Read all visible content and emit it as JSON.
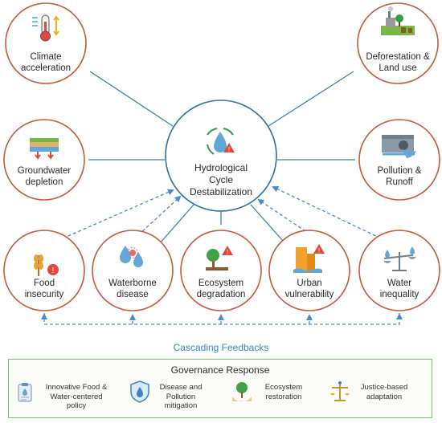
{
  "center": {
    "line1": "Hydrological",
    "line2": "Cycle",
    "line3": "Destabilization"
  },
  "drivers": {
    "climate": {
      "line1": "Climate",
      "line2": "acceleration"
    },
    "deforestation": {
      "line1": "Deforestation &",
      "line2": "Land use"
    },
    "groundwater": {
      "line1": "Groundwater",
      "line2": "depletion"
    },
    "pollution": {
      "line1": "Pollution &",
      "line2": "Runoff"
    }
  },
  "impacts": {
    "food": {
      "line1": "Food",
      "line2": "insecurity"
    },
    "waterborne": {
      "line1": "Waterborne",
      "line2": "disease"
    },
    "ecosystem": {
      "line1": "Ecosystem",
      "line2": "degradation"
    },
    "urban": {
      "line1": "Urban",
      "line2": "vulnerability"
    },
    "water": {
      "line1": "Water",
      "line2": "inequality"
    }
  },
  "feedback_label": "Cascading Feedbacks",
  "governance": {
    "title": "Governance Response",
    "items": [
      {
        "line1": "Innovative Food &",
        "line2": "Water-centered",
        "line3": "policy"
      },
      {
        "line1": "Disease and",
        "line2": "Pollution",
        "line3": "mitigation"
      },
      {
        "line1": "Ecosystem",
        "line2": "restoration"
      },
      {
        "line1": "Justice-based",
        "line2": "adaptation"
      }
    ]
  },
  "colors": {
    "solid_line": "#3b7fb3",
    "dashed_line": "#4a8cc8",
    "circle_border": "#c8593a",
    "center_border": "#2f6fa4",
    "governance_border": "#7bbf6a",
    "feedback_text": "#3a85c6"
  },
  "icons": {
    "climate": "thermometer-icon",
    "deforestation": "factory-deforestation-icon",
    "groundwater": "ground-layers-icon",
    "pollution": "drain-pipe-icon",
    "center": "water-cycle-icon",
    "food": "wheat-warning-icon",
    "waterborne": "virus-droplets-icon",
    "ecosystem": "tree-warning-icon",
    "urban": "flooded-building-icon",
    "water": "balance-scale-icon"
  }
}
